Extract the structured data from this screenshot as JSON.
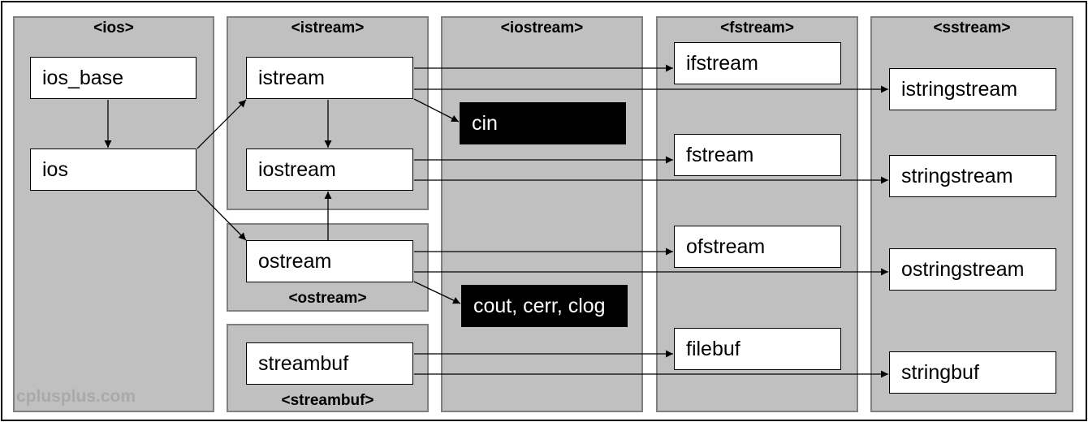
{
  "headers": {
    "ios": "<ios>",
    "istream": "<istream>",
    "ostream": "<ostream>",
    "streambuf": "<streambuf>",
    "iostream": "<iostream>",
    "fstream": "<fstream>",
    "sstream": "<sstream>"
  },
  "classes": {
    "ios_base": "ios_base",
    "ios": "ios",
    "istream": "istream",
    "iostream": "iostream",
    "ostream": "ostream",
    "streambuf": "streambuf",
    "ifstream": "ifstream",
    "fstream": "fstream",
    "ofstream": "ofstream",
    "filebuf": "filebuf",
    "istringstream": "istringstream",
    "stringstream": "stringstream",
    "ostringstream": "ostringstream",
    "stringbuf": "stringbuf"
  },
  "objects": {
    "cin": "cin",
    "cout_cerr_clog": "cout, cerr, clog"
  },
  "relations": [
    [
      "ios_base",
      "ios"
    ],
    [
      "ios",
      "istream"
    ],
    [
      "ios",
      "ostream"
    ],
    [
      "istream",
      "iostream"
    ],
    [
      "ostream",
      "iostream"
    ],
    [
      "istream",
      "ifstream"
    ],
    [
      "istream",
      "istringstream"
    ],
    [
      "istream",
      "cin"
    ],
    [
      "iostream",
      "fstream"
    ],
    [
      "iostream",
      "stringstream"
    ],
    [
      "ostream",
      "ofstream"
    ],
    [
      "ostream",
      "ostringstream"
    ],
    [
      "ostream",
      "cout_cerr_clog"
    ],
    [
      "streambuf",
      "filebuf"
    ],
    [
      "streambuf",
      "stringbuf"
    ]
  ],
  "watermark": "cplusplus.com",
  "colors": {
    "region": "#c0c0c0",
    "region_border": "#808080",
    "box": "#ffffff",
    "object": "#000000"
  }
}
